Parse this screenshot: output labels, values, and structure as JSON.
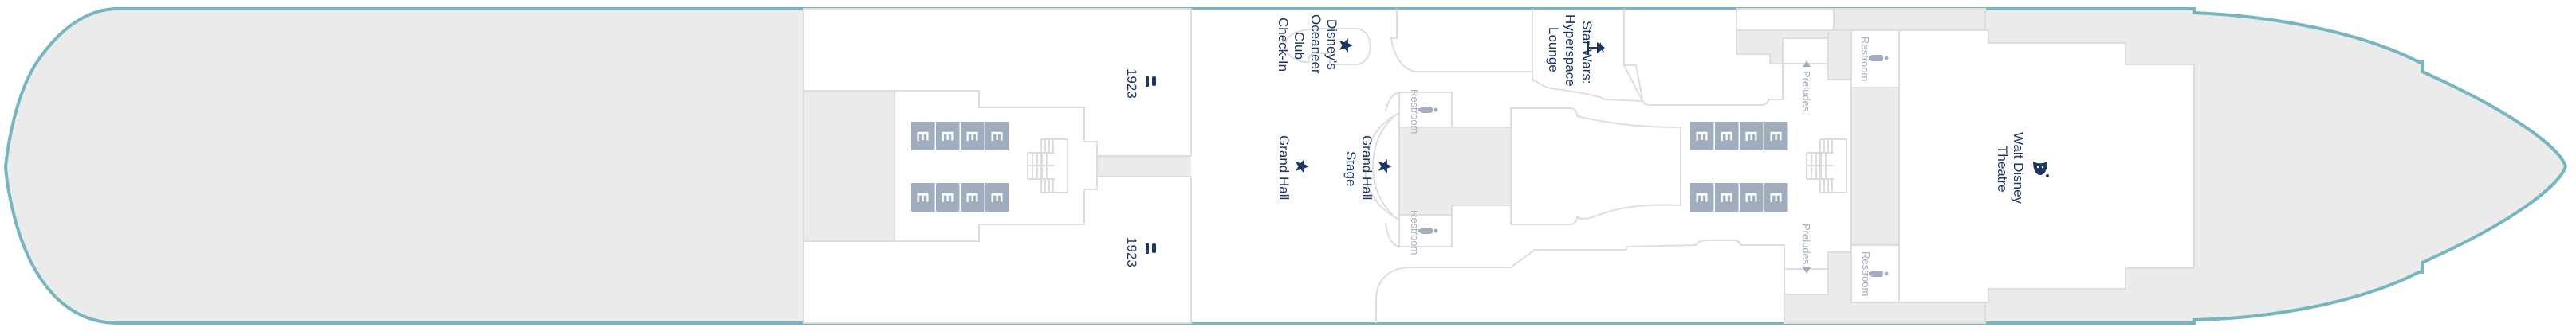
{
  "map": {
    "title": "Deck plan",
    "colors": {
      "hull_outline": "#78b6bf",
      "hull_fill": "#ebebeb",
      "room_fill": "#ffffff",
      "label": "#1f3561",
      "secondary_label": "#a3adbd",
      "elevator": "#a0adbf"
    },
    "venues": [
      {
        "id": "1923-top",
        "name": "1923",
        "icon": "dining-icon"
      },
      {
        "id": "1923-bottom",
        "name": "1923",
        "icon": "dining-icon"
      },
      {
        "id": "oceaneer",
        "name_lines": [
          "Disney's",
          "Oceaneer",
          "Club",
          "Check-In"
        ],
        "icon": "star-icon"
      },
      {
        "id": "grand-hall",
        "name_lines": [
          "Grand Hall"
        ],
        "icon": "star-icon"
      },
      {
        "id": "grand-hall-stage",
        "name_lines": [
          "Grand Hall",
          "Stage"
        ],
        "icon": "star-icon"
      },
      {
        "id": "star-wars",
        "name_lines": [
          "Star Wars:",
          "Hyperspace",
          "Lounge"
        ],
        "icon": "cocktail-icon"
      },
      {
        "id": "theatre",
        "name_lines": [
          "Walt Disney",
          "Theatre"
        ],
        "icon": "theatre-masks-icon"
      }
    ],
    "restrooms": {
      "label": "Restroom",
      "icon": "restroom-icon",
      "count": 4
    },
    "preludes": {
      "label": "Preludes",
      "icon": "arrow-icon",
      "count": 2
    },
    "elevators": {
      "glyph": "E",
      "banks": 2,
      "rows_per_bank": 2,
      "cars_per_row": 4
    }
  }
}
